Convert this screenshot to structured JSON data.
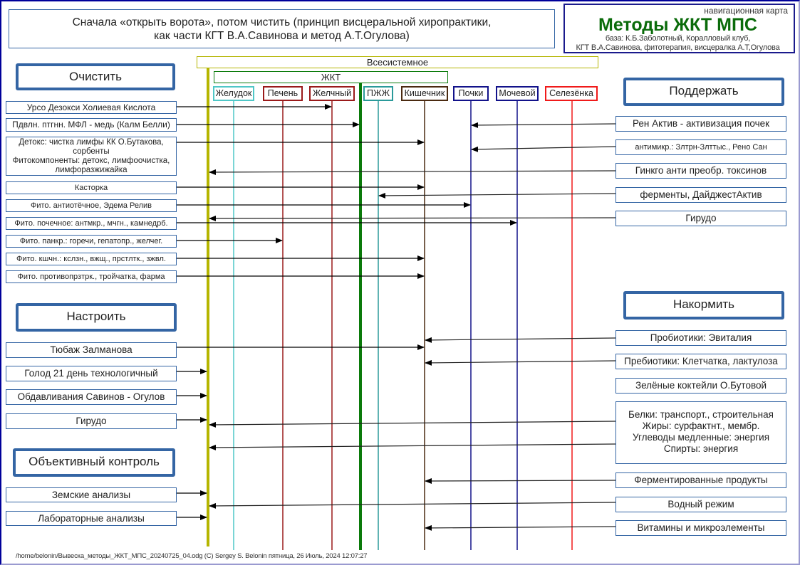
{
  "header": {
    "line1": "Сначала «открыть ворота», потом чистить (принцип висцеральной хиропрактики,",
    "line2": "как части КГТ В.А.Савинова и метод А.Т.Огулова)"
  },
  "brand": {
    "caption": "навигационная карта",
    "title": "Методы ЖКТ МПС",
    "base1": "база: К.Б.Заболотный, Коралловый клуб,",
    "base2": "КГТ В.А.Савинова, фитотерапия, висцералка А.Т,Огулова"
  },
  "bands": {
    "systemic": "Всесистемное",
    "gi": "ЖКТ"
  },
  "organs": [
    {
      "id": "stomach",
      "label": "Желудок",
      "color": "#4fc7c7"
    },
    {
      "id": "liver",
      "label": "Печень",
      "color": "#9a1a1a"
    },
    {
      "id": "gallbladder",
      "label": "Желчный",
      "color": "#9a1a1a"
    },
    {
      "id": "pancreas",
      "label": "ПЖЖ",
      "color": "#2a9a9a"
    },
    {
      "id": "intestine",
      "label": "Кишечник",
      "color": "#4a2a10"
    },
    {
      "id": "kidneys",
      "label": "Почки",
      "color": "#12128a"
    },
    {
      "id": "urinary",
      "label": "Мочевой",
      "color": "#12128a"
    },
    {
      "id": "spleen",
      "label": "Селезёнка",
      "color": "#f01a1a"
    }
  ],
  "colors": {
    "systemic": "#b5b500",
    "gi": "#0a7a0a",
    "section_border": "#3465a4",
    "brand_title": "#0a6b0a"
  },
  "sections": {
    "clean": "Очистить",
    "support": "Поддержать",
    "tune": "Настроить",
    "feed": "Накормить",
    "control": "Объективный контроль"
  },
  "clean_items": [
    {
      "label": "Урсо Дезокси Холиевая Кислота",
      "target": "gallbladder"
    },
    {
      "label": "Пдвлн. птгнн. МФЛ - медь (Калм Белли)",
      "target": "gi"
    },
    {
      "label": "Детокс: чистка лимфы КК О.Бутакова, сорбенты Фитокомпоненты: детокс, лимфоочистка, лимфоразжижайка",
      "lines": [
        "Детокс: чистка лимфы КК О.Бутакова,",
        "сорбенты",
        "Фитокомпоненты: детокс, лимфоочистка,",
        "лимфоразжижайка"
      ],
      "target": "intestine"
    },
    {
      "label": "Касторка",
      "target": "intestine"
    },
    {
      "label": "Фито. антиотёчное, Эдема Релив",
      "target": "kidneys"
    },
    {
      "label": "Фито. почечное: антмкр., мчгн., камнедрб.",
      "target": "urinary"
    },
    {
      "label": "Фито. панкр.: горечи, гепатопр., желчег.",
      "target": "liver"
    },
    {
      "label": "Фито. кшчн.: кслзн., вжщ., прстлтк., зжвл.",
      "target": "intestine"
    },
    {
      "label": "Фито. противопрзтрк., тройчатка, фарма",
      "target": "intestine"
    }
  ],
  "support_items": [
    {
      "label": "Рен Актив - активизация почек",
      "target": "kidneys"
    },
    {
      "label": "антимикр.: Злтрн-Злттыс., Рено Сан",
      "target": "kidneys"
    },
    {
      "label": "Гинкго анти преобр. токсинов",
      "target": "systemic"
    },
    {
      "label": "ферменты, ДайджестАктив",
      "target": "pancreas"
    },
    {
      "label": "Гирудо",
      "target": "systemic"
    }
  ],
  "tune_items": [
    {
      "label": "Тюбаж Залманова",
      "target": "intestine"
    },
    {
      "label": "Голод 21 день технологичный",
      "target": "systemic"
    },
    {
      "label": "Обдавливания Савинов - Огулов",
      "target": "systemic"
    },
    {
      "label": "Гирудо",
      "target": "systemic"
    }
  ],
  "feed_items": [
    {
      "label": "Пробиотики: Эвиталия",
      "target": "intestine"
    },
    {
      "label": "Пребиотики: Клетчатка, лактулоза",
      "target": "intestine"
    },
    {
      "label": "Зелёные коктейли О.Бутовой",
      "target": null
    },
    {
      "label": "Белки: транспорт., строительная Жиры: сурфактнт., мембр. Углеводы медленные: энергия Спирты: энергия",
      "lines": [
        "Белки: транспорт., строительная",
        "Жиры: сурфактнт., мембр.",
        "Углеводы медленные: энергия",
        "Спирты: энергия"
      ],
      "target": "systemic"
    },
    {
      "label": "Ферментированные продукты",
      "target": "intestine"
    },
    {
      "label": "Водный режим",
      "target": "systemic"
    },
    {
      "label": "Витамины и микроэлементы",
      "target": "intestine"
    }
  ],
  "control_items": [
    {
      "label": "Земские анализы",
      "target": "systemic"
    },
    {
      "label": "Лабораторные анализы",
      "target": "systemic"
    }
  ],
  "footer": "/home/belonin/Вывеска_методы_ЖКТ_МПС_20240725_04.odg (C) Sergey S. Belonin пятница, 26 Июль, 2024 12:07:27"
}
